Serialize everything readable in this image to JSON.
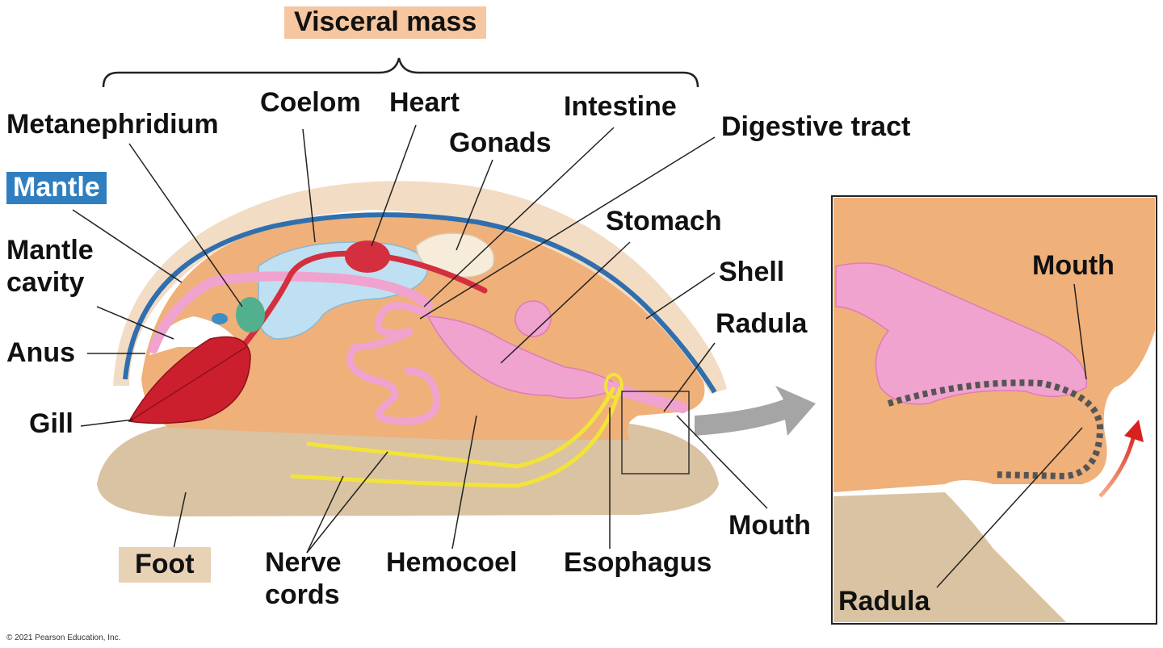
{
  "labels": {
    "visceral_mass": "Visceral mass",
    "metanephridium": "Metanephridium",
    "coelom": "Coelom",
    "heart": "Heart",
    "intestine": "Intestine",
    "gonads": "Gonads",
    "digestive_tract": "Digestive tract",
    "mantle": "Mantle",
    "mantle_cavity_1": "Mantle",
    "mantle_cavity_2": "cavity",
    "anus": "Anus",
    "gill": "Gill",
    "stomach": "Stomach",
    "shell": "Shell",
    "radula": "Radula",
    "mouth": "Mouth",
    "foot": "Foot",
    "nerve_cords_1": "Nerve",
    "nerve_cords_2": "cords",
    "hemocoel": "Hemocoel",
    "esophagus": "Esophagus",
    "inset_mouth": "Mouth",
    "inset_radula": "Radula"
  },
  "copyright": "© 2021 Pearson Education, Inc.",
  "colors": {
    "shell": "#f3dcc4",
    "mantle_line": "#2f6fae",
    "body": "#efb07a",
    "foot": "#d9c3a2",
    "coelom": "#bfe0f2",
    "heart": "#d32f3f",
    "gut": "#f0a3cf",
    "nerve": "#f2e33a",
    "gill": "#cc1f2e",
    "gonads": "#f7ecd9"
  }
}
